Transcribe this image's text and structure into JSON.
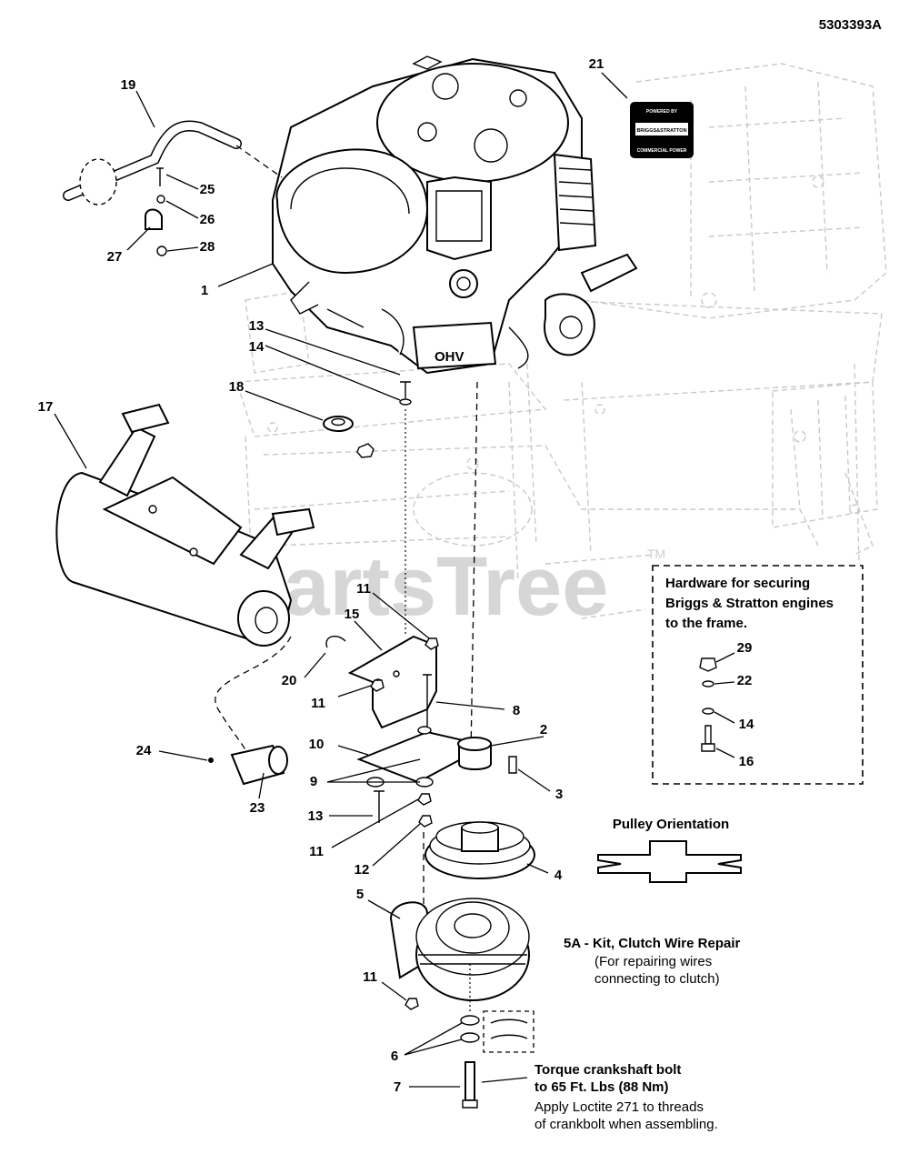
{
  "doc_number": "5303393A",
  "watermark": "PartsTree",
  "watermark_tm": "TM",
  "logo": {
    "line1": "POWERED BY",
    "line2": "BRIGGS&STRATTON",
    "line3": "COMMERCIAL POWER"
  },
  "engine_badge": "OHV",
  "callouts": [
    {
      "id": "c1",
      "label": "1"
    },
    {
      "id": "c2",
      "label": "2"
    },
    {
      "id": "c3",
      "label": "3"
    },
    {
      "id": "c4",
      "label": "4"
    },
    {
      "id": "c5",
      "label": "5"
    },
    {
      "id": "c6",
      "label": "6"
    },
    {
      "id": "c7",
      "label": "7"
    },
    {
      "id": "c8",
      "label": "8"
    },
    {
      "id": "c9",
      "label": "9"
    },
    {
      "id": "c10",
      "label": "10"
    },
    {
      "id": "c11a",
      "label": "11"
    },
    {
      "id": "c11b",
      "label": "11"
    },
    {
      "id": "c11c",
      "label": "11"
    },
    {
      "id": "c11d",
      "label": "11"
    },
    {
      "id": "c12",
      "label": "12"
    },
    {
      "id": "c13a",
      "label": "13"
    },
    {
      "id": "c13b",
      "label": "13"
    },
    {
      "id": "c14a",
      "label": "14"
    },
    {
      "id": "c14b",
      "label": "14"
    },
    {
      "id": "c15",
      "label": "15"
    },
    {
      "id": "c16",
      "label": "16"
    },
    {
      "id": "c17",
      "label": "17"
    },
    {
      "id": "c18",
      "label": "18"
    },
    {
      "id": "c19",
      "label": "19"
    },
    {
      "id": "c20",
      "label": "20"
    },
    {
      "id": "c21",
      "label": "21"
    },
    {
      "id": "c22",
      "label": "22"
    },
    {
      "id": "c23",
      "label": "23"
    },
    {
      "id": "c24",
      "label": "24"
    },
    {
      "id": "c25",
      "label": "25"
    },
    {
      "id": "c26",
      "label": "26"
    },
    {
      "id": "c27",
      "label": "27"
    },
    {
      "id": "c28",
      "label": "28"
    },
    {
      "id": "c29",
      "label": "29"
    }
  ],
  "hardware_box": {
    "line1": "Hardware for securing",
    "line2": "Briggs & Stratton engines",
    "line3": "to the frame."
  },
  "pulley_orientation": "Pulley Orientation",
  "kit_note": {
    "title": "5A - Kit, Clutch Wire Repair",
    "line1": "(For repairing wires",
    "line2": "connecting to clutch)"
  },
  "torque_note": {
    "line1": "Torque crankshaft bolt",
    "line2": "to 65 Ft. Lbs (88 Nm)",
    "line3": "Apply Loctite 271 to threads",
    "line4": "of crankbolt when assembling."
  }
}
